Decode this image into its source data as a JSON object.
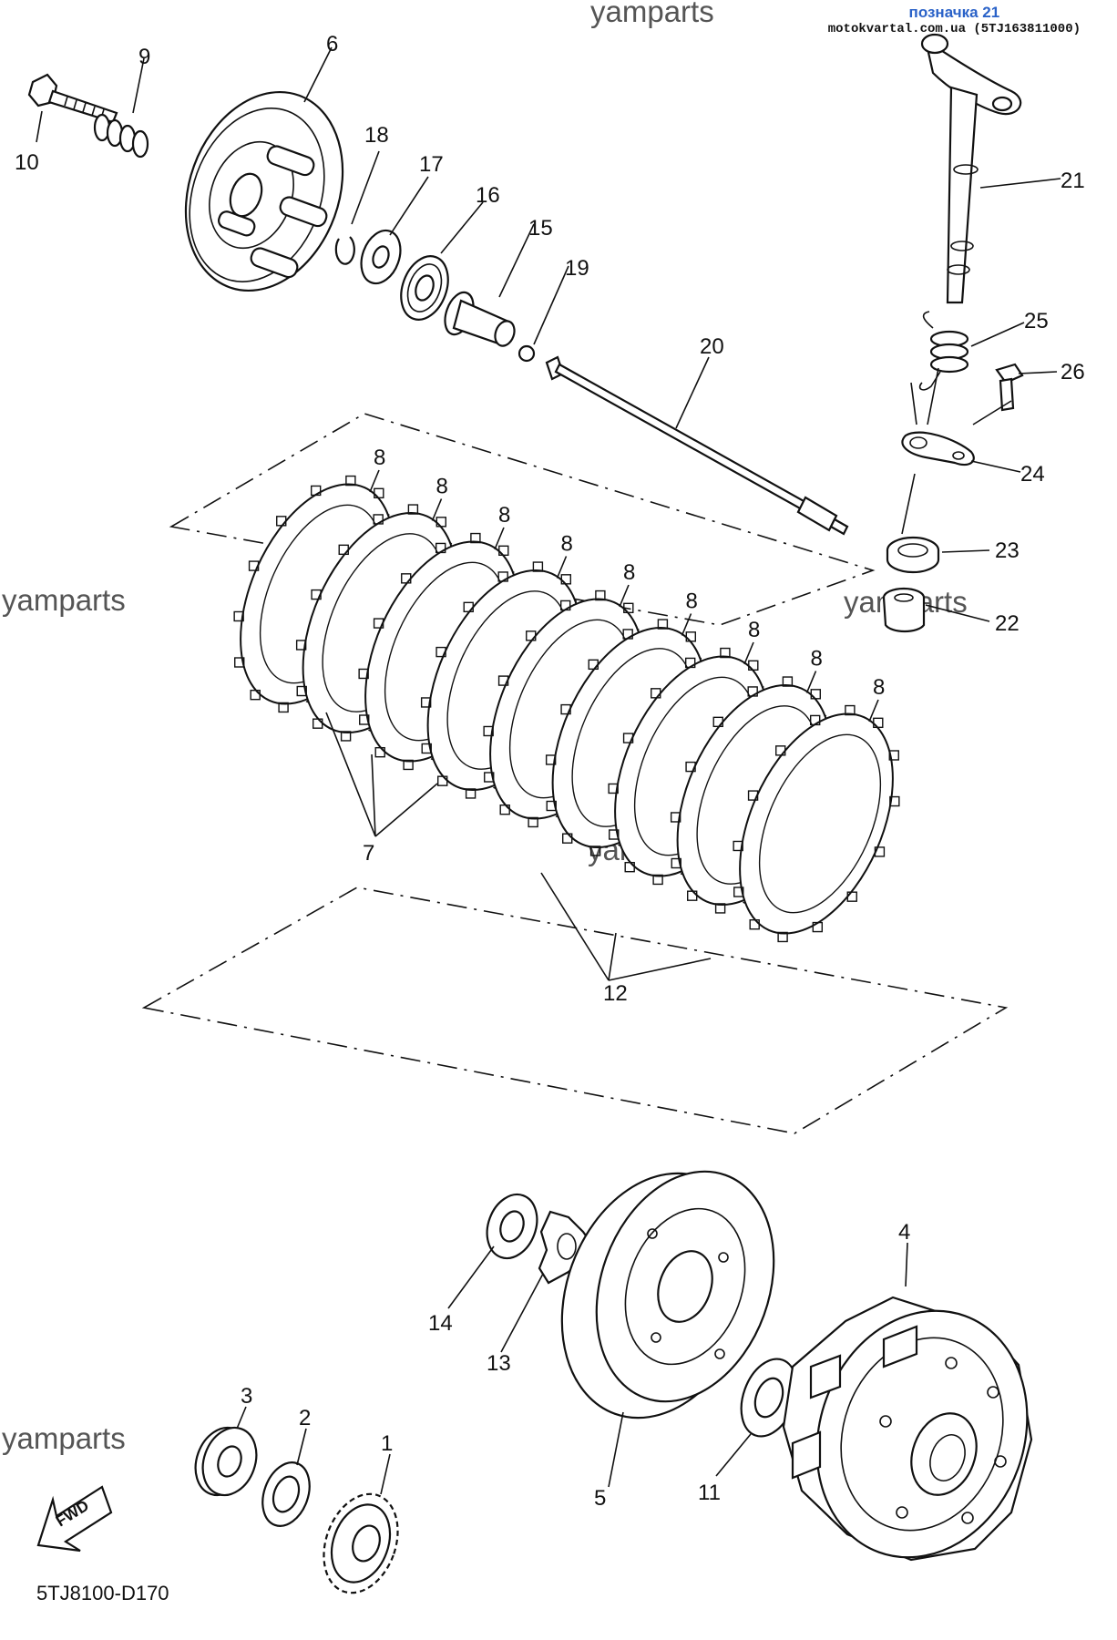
{
  "header": {
    "title": "позначка 21",
    "site": "motokvartal.com.ua (5TJ163811000)"
  },
  "watermark": "yamparts",
  "diagram_code": "5TJ8100-D170",
  "fwd_label": "FWD",
  "callouts": {
    "c1": "1",
    "c2": "2",
    "c3": "3",
    "c4": "4",
    "c5": "5",
    "c6": "6",
    "c7": "7",
    "c8": "8",
    "c9": "9",
    "c10": "10",
    "c11": "11",
    "c12": "12",
    "c13": "13",
    "c14": "14",
    "c15": "15",
    "c16": "16",
    "c17": "17",
    "c18": "18",
    "c19": "19",
    "c20": "20",
    "c21": "21",
    "c22": "22",
    "c23": "23",
    "c24": "24",
    "c25": "25",
    "c26": "26"
  },
  "colors": {
    "line": "#111111",
    "stamp_title": "#2a62c8",
    "watermark": "#555555"
  }
}
